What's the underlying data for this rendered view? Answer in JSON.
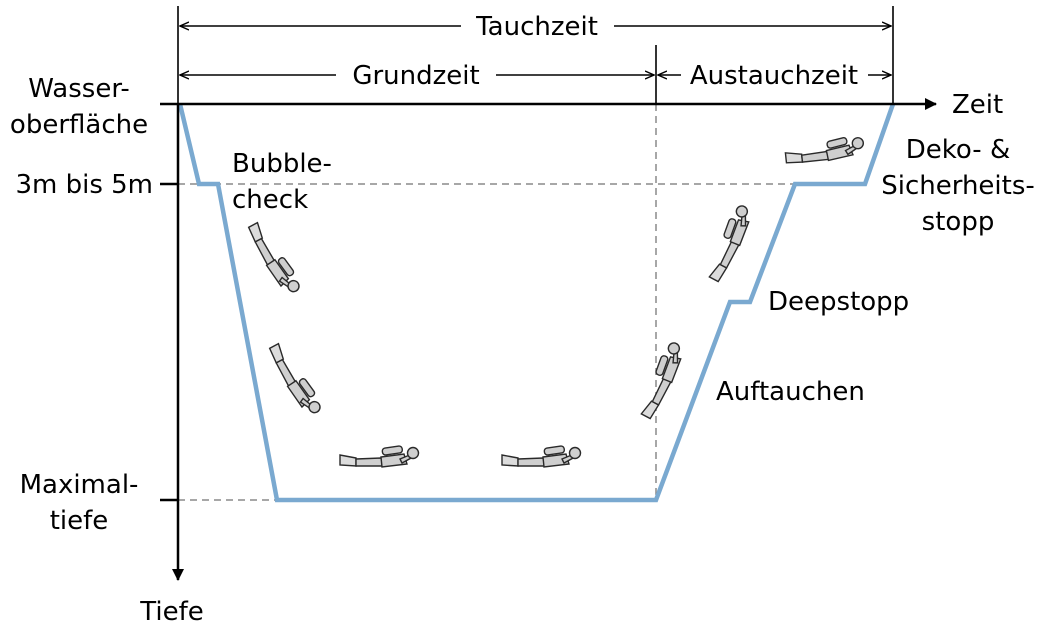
{
  "labels": {
    "tauchzeit": "Tauchzeit",
    "grundzeit": "Grundzeit",
    "austauchzeit": "Austauchzeit",
    "zeit": "Zeit",
    "tiefe": "Tiefe",
    "wasseroberflaeche_line1": "Wasser-",
    "wasseroberflaeche_line2": "oberfläche",
    "depth_3_5": "3m bis 5m",
    "maximaltiefe_line1": "Maximal-",
    "maximaltiefe_line2": "tiefe",
    "bubblecheck_line1": "Bubble-",
    "bubblecheck_line2": "check",
    "deko_line1": "Deko- &",
    "deko_line2": "Sicherheits-",
    "deko_line3": "stopp",
    "deepstopp": "Deepstopp",
    "auftauchen": "Auftauchen"
  },
  "colors": {
    "profile": "#7aa9d0",
    "axis": "#000000",
    "guide": "#8a8a8a"
  },
  "icons": {
    "diver": "scuba-diver-icon"
  }
}
